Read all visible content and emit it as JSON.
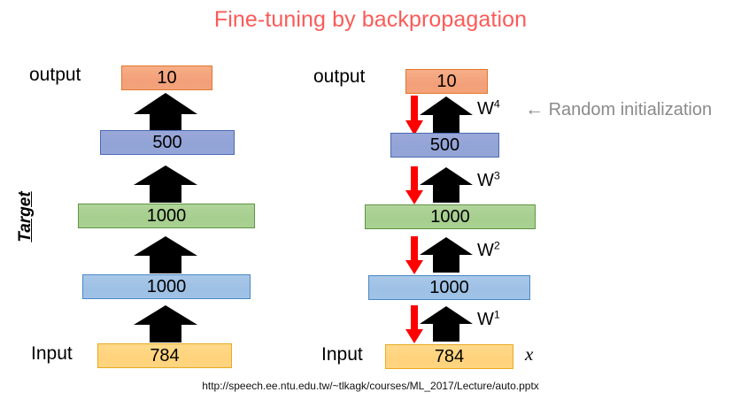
{
  "slide": {
    "title": "Fine-tuning by backpropagation",
    "title_color": "#fb5b58",
    "footer_url": "http://speech.ee.ntu.edu.tw/~tlkagk/courses/ML_2017/Lecture/auto.pptx",
    "background": "#ffffff"
  },
  "left_network": {
    "output_label": "output",
    "input_label": "Input",
    "target_label": "Target",
    "layers": [
      {
        "value": "10",
        "color_name": "orange",
        "fill": "#f3a079",
        "border": "#e2772c"
      },
      {
        "value": "500",
        "color_name": "periwinkle",
        "fill": "#94a5d7",
        "border": "#4a6ab4"
      },
      {
        "value": "1000",
        "color_name": "green",
        "fill": "#a9d191",
        "border": "#5f9544"
      },
      {
        "value": "1000",
        "color_name": "skyblue",
        "fill": "#a0c2e6",
        "border": "#4a88c5"
      },
      {
        "value": "784",
        "color_name": "amber",
        "fill": "#ffd47f",
        "border": "#e8aa22"
      }
    ],
    "arrows": [
      {
        "direction": "up",
        "color": "#000000"
      },
      {
        "direction": "up",
        "color": "#000000"
      },
      {
        "direction": "up",
        "color": "#000000"
      },
      {
        "direction": "up",
        "color": "#000000"
      }
    ]
  },
  "right_network": {
    "output_label": "output",
    "input_label": "Input",
    "input_variable": "x",
    "layers": [
      {
        "value": "10",
        "color_name": "orange",
        "fill": "#f3a079",
        "border": "#e2772c"
      },
      {
        "value": "500",
        "color_name": "periwinkle",
        "fill": "#94a5d7",
        "border": "#4a6ab4"
      },
      {
        "value": "1000",
        "color_name": "green",
        "fill": "#a9d191",
        "border": "#5f9544"
      },
      {
        "value": "1000",
        "color_name": "skyblue",
        "fill": "#a0c2e6",
        "border": "#4a88c5"
      },
      {
        "value": "784",
        "color_name": "amber",
        "fill": "#ffd47f",
        "border": "#e8aa22"
      }
    ],
    "weights": [
      {
        "base": "W",
        "exponent": "4"
      },
      {
        "base": "W",
        "exponent": "3"
      },
      {
        "base": "W",
        "exponent": "2"
      },
      {
        "base": "W",
        "exponent": "1"
      }
    ],
    "forward_arrow_color": "#000000",
    "backprop_arrow_color": "#fe0000",
    "annotation": {
      "arrow": "←",
      "text": "Random initialization",
      "color": "#8a8a8a"
    }
  }
}
